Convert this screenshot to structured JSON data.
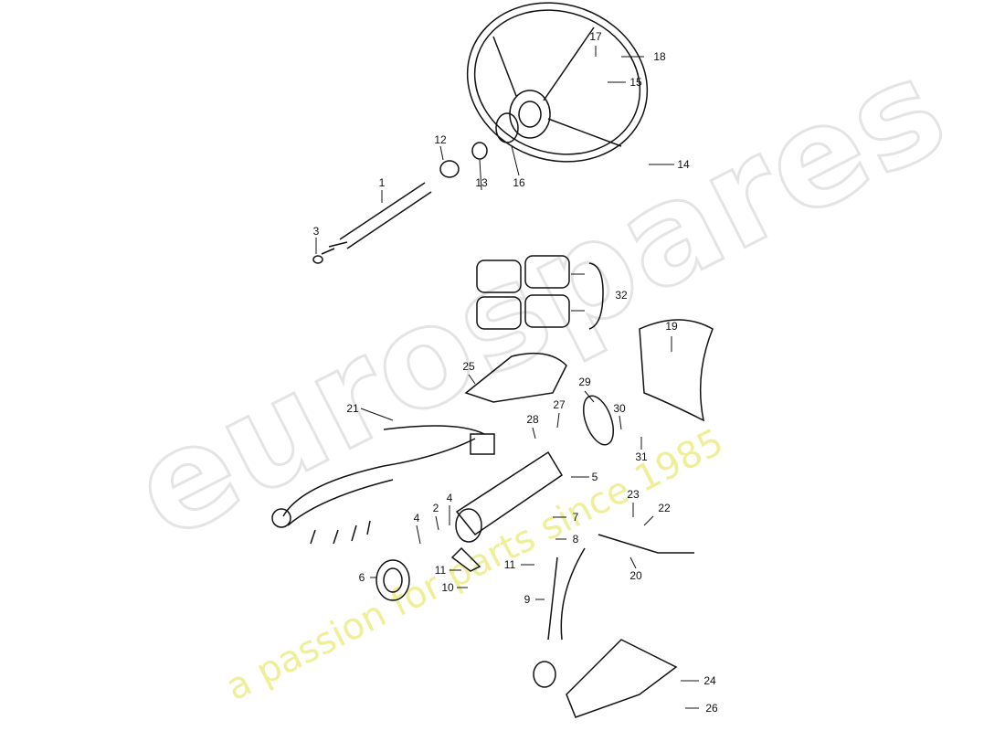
{
  "watermark": {
    "brand": "eurospares",
    "tagline": "a passion for parts since 1985",
    "tagline_color": "#efef9a"
  },
  "callouts": [
    {
      "id": "c1",
      "text": "1"
    },
    {
      "id": "c3",
      "text": "3"
    },
    {
      "id": "c12",
      "text": "12"
    },
    {
      "id": "c13",
      "text": "13"
    },
    {
      "id": "c16",
      "text": "16"
    },
    {
      "id": "c17",
      "text": "17"
    },
    {
      "id": "c18",
      "text": "18"
    },
    {
      "id": "c15",
      "text": "15"
    },
    {
      "id": "c14",
      "text": "14"
    },
    {
      "id": "c32",
      "text": "32"
    },
    {
      "id": "c19",
      "text": "19"
    },
    {
      "id": "c25",
      "text": "25"
    },
    {
      "id": "c29",
      "text": "29"
    },
    {
      "id": "c27",
      "text": "27"
    },
    {
      "id": "c28",
      "text": "28"
    },
    {
      "id": "c30",
      "text": "30"
    },
    {
      "id": "c31",
      "text": "31"
    },
    {
      "id": "c21",
      "text": "21"
    },
    {
      "id": "c5",
      "text": "5"
    },
    {
      "id": "c7",
      "text": "7"
    },
    {
      "id": "c8",
      "text": "8"
    },
    {
      "id": "c11a",
      "text": "11"
    },
    {
      "id": "c11b",
      "text": "11"
    },
    {
      "id": "c10",
      "text": "10"
    },
    {
      "id": "c2",
      "text": "2"
    },
    {
      "id": "c4a",
      "text": "4"
    },
    {
      "id": "c4b",
      "text": "4"
    },
    {
      "id": "c6",
      "text": "6"
    },
    {
      "id": "c9",
      "text": "9"
    },
    {
      "id": "c23",
      "text": "23"
    },
    {
      "id": "c22",
      "text": "22"
    },
    {
      "id": "c20",
      "text": "20"
    },
    {
      "id": "c24",
      "text": "24"
    },
    {
      "id": "c26",
      "text": "26"
    }
  ]
}
